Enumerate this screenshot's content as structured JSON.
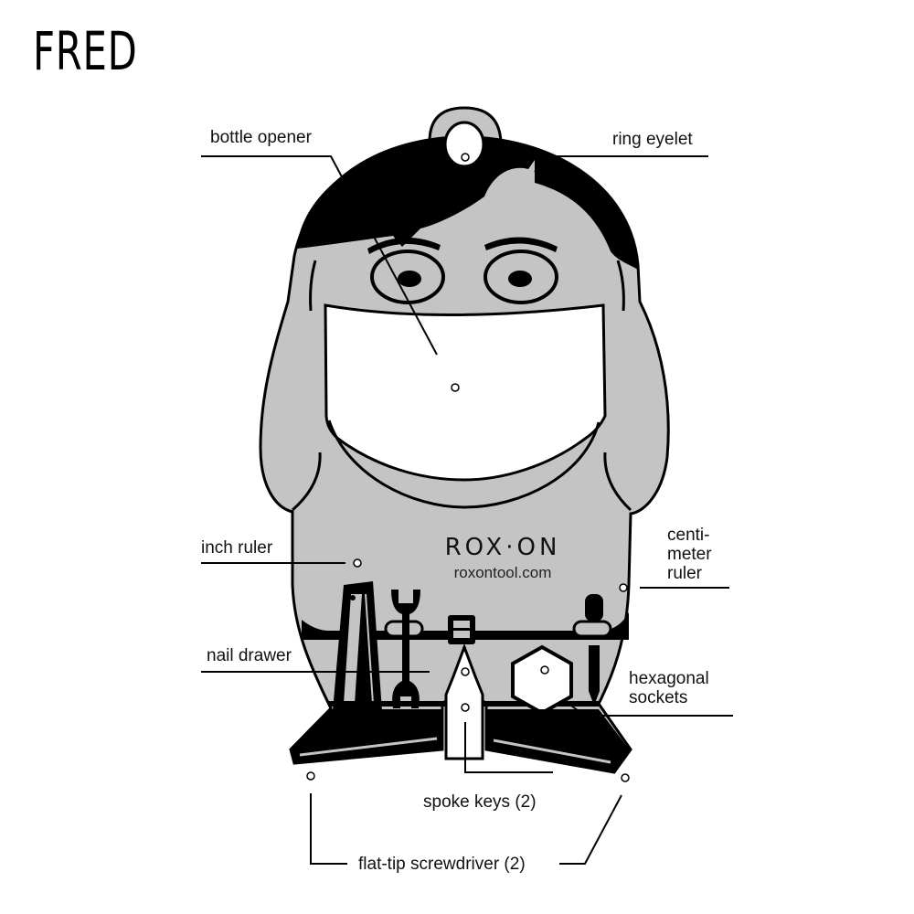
{
  "title": "FRED",
  "brand": {
    "logo_text": "ROX·ON",
    "url": "roxontool.com"
  },
  "colors": {
    "body_fill": "#c4c4c4",
    "outline": "#000000",
    "background": "#ffffff",
    "mouth": "#ffffff"
  },
  "callouts": [
    {
      "id": "bottle-opener",
      "label": "bottle opener"
    },
    {
      "id": "ring-eyelet",
      "label": "ring eyelet"
    },
    {
      "id": "inch-ruler",
      "label": "inch ruler"
    },
    {
      "id": "centimeter-ruler",
      "label_lines": [
        "centi-",
        "meter",
        "ruler"
      ]
    },
    {
      "id": "nail-drawer",
      "label": "nail drawer"
    },
    {
      "id": "hexagonal-sockets",
      "label_lines": [
        "hexagonal",
        "sockets"
      ]
    },
    {
      "id": "spoke-keys",
      "label": "spoke keys (2)"
    },
    {
      "id": "flat-tip-screwdriver",
      "label": "flat-tip screwdriver (2)"
    }
  ]
}
